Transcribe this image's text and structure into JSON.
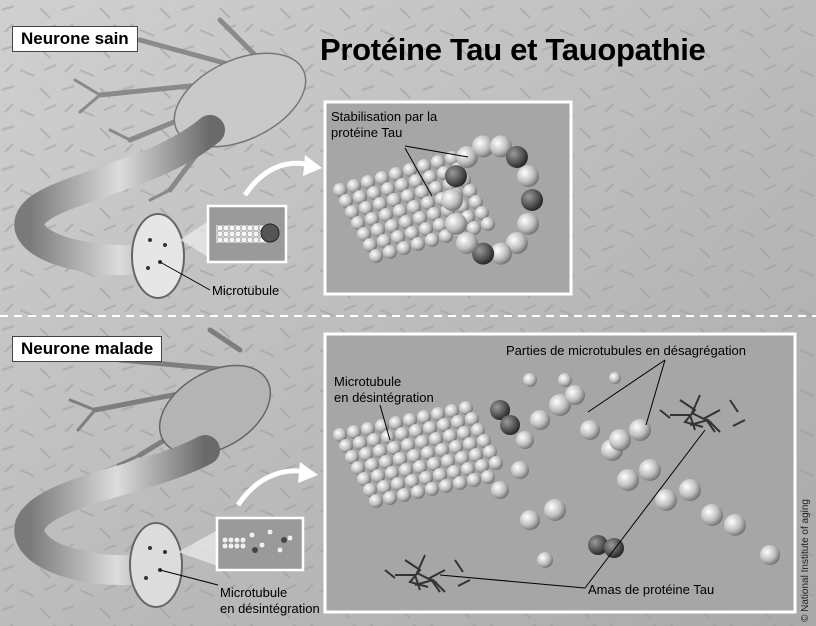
{
  "title": "Protéine Tau et Tauopathie",
  "top_panel": {
    "heading": "Neurone sain",
    "label_microtubule": "Microtubule",
    "label_stabilisation_line1": "Stabilisation par la",
    "label_stabilisation_line2": "protéine Tau"
  },
  "bottom_panel": {
    "heading": "Neurone malade",
    "label_microtubule_line1": "Microtubule",
    "label_microtubule_line2": "en désintégration",
    "label_zoom_line1": "Microtubule",
    "label_zoom_line2": "en désintégration",
    "label_parties": "Parties de microtubules en désagrégation",
    "label_amas": "Amas de protéine Tau"
  },
  "credit": "© National Institute of aging"
}
